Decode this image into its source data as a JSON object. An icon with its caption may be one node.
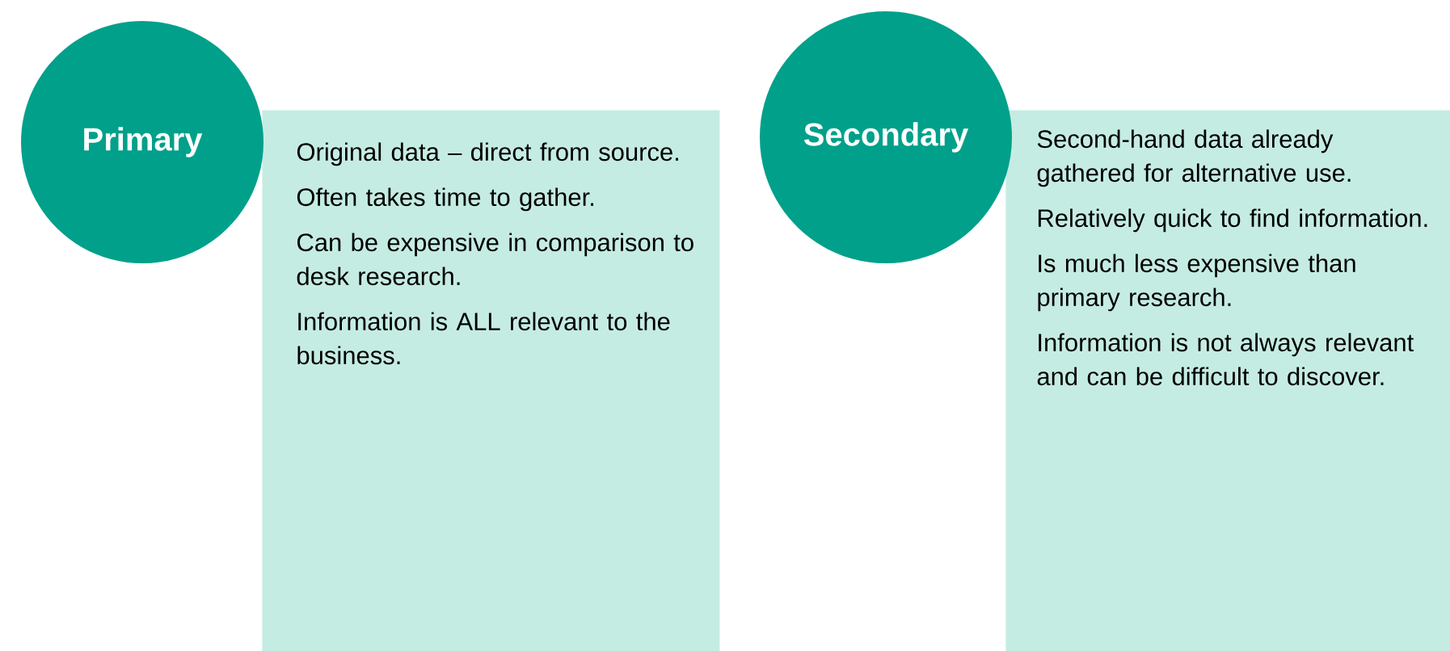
{
  "diagram": {
    "nodes": [
      {
        "text": [
          "Primary"
        ]
      },
      {
        "text": [
          "Original data – direct from source.",
          "Often takes time to gather.",
          "Can be expensive in comparison to desk research.",
          "Information is ALL relevant to the business."
        ]
      },
      {
        "text": [
          "Secondary"
        ]
      },
      {
        "text": [
          "Second-hand data already gathered for alternative use.",
          "Relatively quick to find information.",
          "Is much less expensive than primary research.",
          "Information is not always relevant and can be difficult to discover."
        ]
      }
    ]
  }
}
